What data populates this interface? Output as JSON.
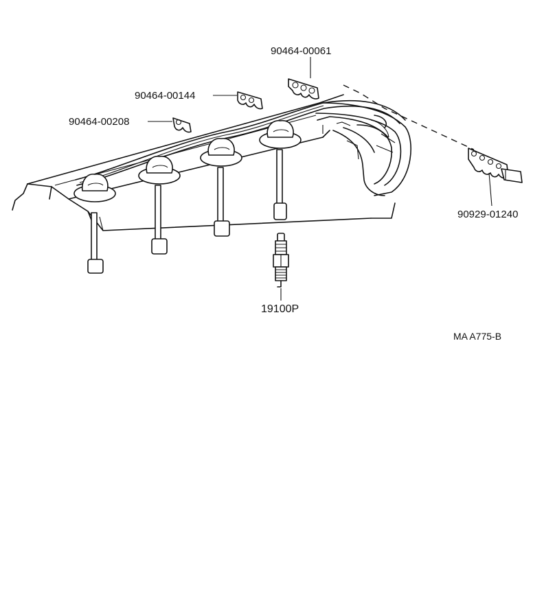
{
  "diagram": {
    "parts": [
      {
        "id": "clamp-top",
        "number": "90464-00061"
      },
      {
        "id": "clamp-middle",
        "number": "90464-00144"
      },
      {
        "id": "clamp-left",
        "number": "90464-00208"
      },
      {
        "id": "wire-holder",
        "number": "90929-01240"
      },
      {
        "id": "spark-plug",
        "number": "19100P"
      }
    ],
    "figure_code": "MA A775-B"
  }
}
